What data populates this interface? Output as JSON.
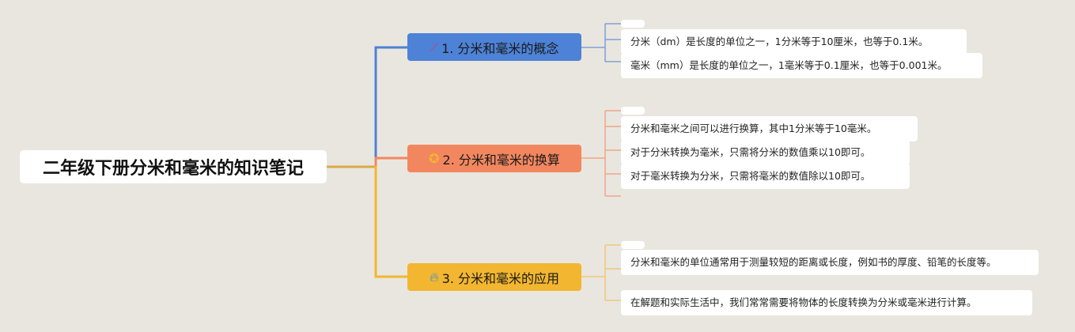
{
  "root": {
    "title": "二年级下册分米和毫米的知识笔记"
  },
  "branches": [
    {
      "label": "1. 分米和毫米的概念",
      "icon": "magic-wand-icon",
      "color": "#4d82d6",
      "leaves": [
        "分米（dm）是长度的单位之一，1分米等于10厘米，也等于0.1米。",
        "毫米（mm）是长度的单位之一，1毫米等于0.1厘米，也等于0.001米。"
      ]
    },
    {
      "label": "2. 分米和毫米的换算",
      "icon": "award-ribbon-icon",
      "color": "#f2875f",
      "leaves": [
        "分米和毫米之间可以进行换算，其中1分米等于10毫米。",
        "对于分米转换为毫米，只需将分米的数值乘以10即可。",
        "对于毫米转换为分米，只需将毫米的数值除以10即可。"
      ]
    },
    {
      "label": "3. 分米和毫米的应用",
      "icon": "flame-icon",
      "color": "#f3b630",
      "leaves": [
        "分米和毫米的单位通常用于测量较短的距离或长度，例如书的厚度、铅笔的长度等。",
        "在解题和实际生活中，我们常常需要将物体的长度转换为分米或毫米进行计算。"
      ]
    }
  ]
}
